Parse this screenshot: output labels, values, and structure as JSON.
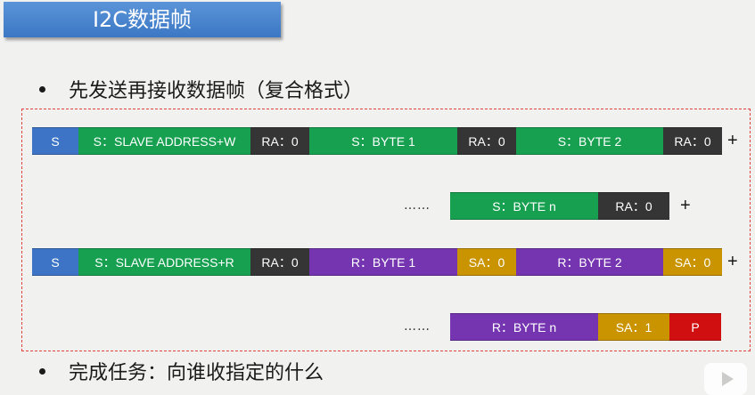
{
  "title": "I2C数据帧",
  "bullets": [
    "先发送再接收数据帧（复合格式）",
    "完成任务：向谁收指定的什么"
  ],
  "rows": [
    {
      "segments": [
        {
          "label": "S",
          "color": "#3d74c6"
        },
        {
          "label": "S：SLAVE ADDRESS+W",
          "color": "#16a050"
        },
        {
          "label": "RA：0",
          "color": "#353535"
        },
        {
          "label": "S：BYTE 1",
          "color": "#16a050"
        },
        {
          "label": "RA：0",
          "color": "#353535"
        },
        {
          "label": "S：BYTE 2",
          "color": "#16a050"
        },
        {
          "label": "RA：0",
          "color": "#353535"
        }
      ],
      "suffix": "+"
    },
    {
      "prefix": "……",
      "segments": [
        {
          "label": "S：BYTE n",
          "color": "#16a050"
        },
        {
          "label": "RA：0",
          "color": "#353535"
        }
      ],
      "suffix": "+"
    },
    {
      "segments": [
        {
          "label": "S",
          "color": "#3d74c6"
        },
        {
          "label": "S：SLAVE ADDRESS+R",
          "color": "#16a050"
        },
        {
          "label": "RA：0",
          "color": "#353535"
        },
        {
          "label": "R：BYTE 1",
          "color": "#7535b0"
        },
        {
          "label": "SA：0",
          "color": "#c99400"
        },
        {
          "label": "R：BYTE 2",
          "color": "#7535b0"
        },
        {
          "label": "SA：0",
          "color": "#c99400"
        }
      ],
      "suffix": "+"
    },
    {
      "prefix": "……",
      "segments": [
        {
          "label": "R：BYTE n",
          "color": "#7535b0"
        },
        {
          "label": "SA：1",
          "color": "#c99400"
        },
        {
          "label": "P",
          "color": "#d01010"
        }
      ]
    }
  ]
}
